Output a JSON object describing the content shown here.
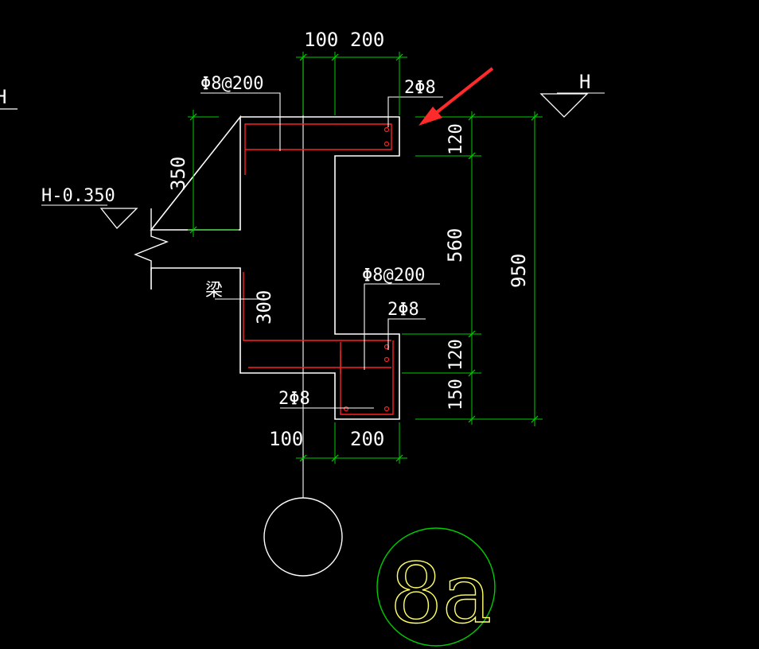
{
  "drawing": {
    "colors": {
      "background": "#000000",
      "outline": "#ffffff",
      "rebar": "#ff2020",
      "rebar_dot": "#ff2020",
      "dimension": "#00cc00",
      "arrow": "#ff2a2a",
      "detail_circle": "#00cc00",
      "detail_label": "#ffff66"
    },
    "labels": {
      "top_rebar_spacing": "Φ8@200",
      "top_corner_bars": "2Φ8",
      "mid_rebar_spacing": "Φ8@200",
      "mid_corner_bars": "2Φ8",
      "bottom_corner_bars": "2Φ8",
      "beam": "梁",
      "left_level": "H-0.350",
      "right_level": "H",
      "edge_level": "H"
    },
    "dimensions": {
      "top_width_left": "100",
      "top_width_right": "200",
      "bottom_width_left": "100",
      "bottom_width_right": "200",
      "left_height": "350",
      "beam_depth": "300",
      "right_seg_1": "120",
      "right_seg_2": "560",
      "right_seg_3": "120",
      "right_seg_4": "150",
      "total_height": "950"
    },
    "detail_id": "8a",
    "icons": {
      "pointer": "red-arrow-icon",
      "axis_bubble": "axis-circle-icon",
      "level_mark": "level-triangle-icon",
      "break_mark": "break-line-icon"
    }
  }
}
